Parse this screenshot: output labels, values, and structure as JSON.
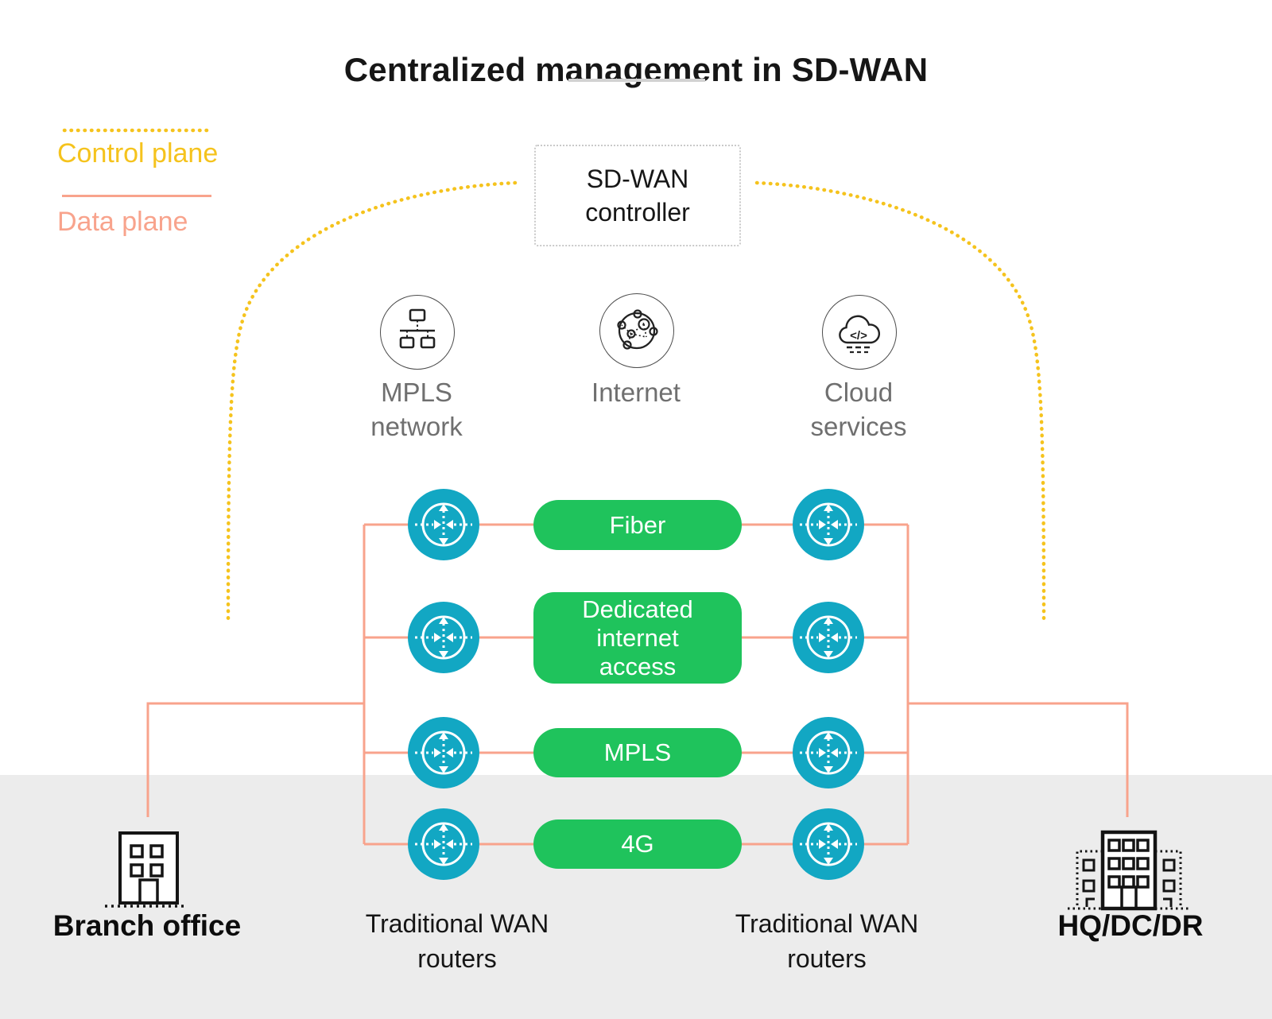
{
  "title": {
    "text": "Centralized management in SD-WAN"
  },
  "legend": {
    "control_label": "Control plane",
    "data_label": "Data plane"
  },
  "controller": {
    "label": "SD-WAN\ncontroller"
  },
  "hubs": [
    {
      "id": "mpls-network",
      "icon": "lan-topology-icon",
      "label": "MPLS\nnetwork"
    },
    {
      "id": "internet",
      "icon": "node-mesh-icon",
      "label": "Internet"
    },
    {
      "id": "cloud-services",
      "icon": "cloud-code-icon",
      "label": "Cloud\nservices"
    }
  ],
  "links": [
    {
      "label": "Fiber"
    },
    {
      "label": "Dedicated\ninternet\naccess"
    },
    {
      "label": "MPLS"
    },
    {
      "label": "4G"
    }
  ],
  "router_labels": {
    "left": "Traditional WAN\nrouters",
    "right": "Traditional WAN\nrouters"
  },
  "sites": {
    "left": {
      "label": "Branch office",
      "icon": "office-building-icon"
    },
    "right": {
      "label": "HQ/DC/DR",
      "icon": "campus-building-icon"
    }
  },
  "icons": {
    "router": "router-arrows-icon"
  },
  "colors": {
    "control_yellow": "#F5C31D",
    "data_salmon": "#F8A38C",
    "router_teal": "#12A7C3",
    "link_green": "#1FC35C",
    "band_gray": "#ECECEC",
    "hub_gray": "#6F6F6F",
    "ink": "#161616",
    "border_gray": "#C9C9C9",
    "underline_gray": "#D2D2D2"
  }
}
